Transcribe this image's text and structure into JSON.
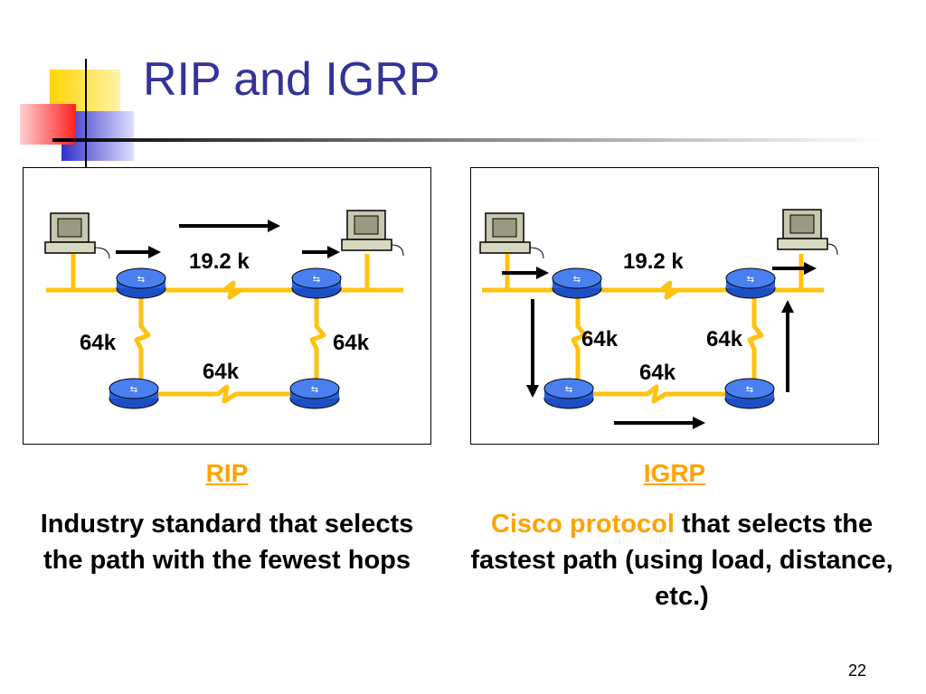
{
  "slide": {
    "title": "RIP and IGRP",
    "page_number": "22"
  },
  "rip": {
    "heading": "RIP",
    "description": "Industry standard that selects the path with the fewest hops",
    "link_top": "19.2 k",
    "link_left": "64k",
    "link_right": "64k",
    "link_bottom": "64k"
  },
  "igrp": {
    "heading": "IGRP",
    "description_highlight": "Cisco protocol",
    "description_rest": " that selects the fastest path (using load, distance, etc.)",
    "link_top": "19.2 k",
    "link_left": "64k",
    "link_right": "64k",
    "link_bottom": "64k"
  },
  "colors": {
    "title": "#33339a",
    "accent_orange": "#ffa200",
    "link_yellow": "#ffc20e",
    "router_blue": "#2a5fd8",
    "deco_yellow": "#ffd700",
    "deco_red": "#ff2a2a",
    "deco_blue": "#3333cc"
  },
  "icons": [
    "workstation-icon",
    "router-icon",
    "arrow-icon"
  ]
}
